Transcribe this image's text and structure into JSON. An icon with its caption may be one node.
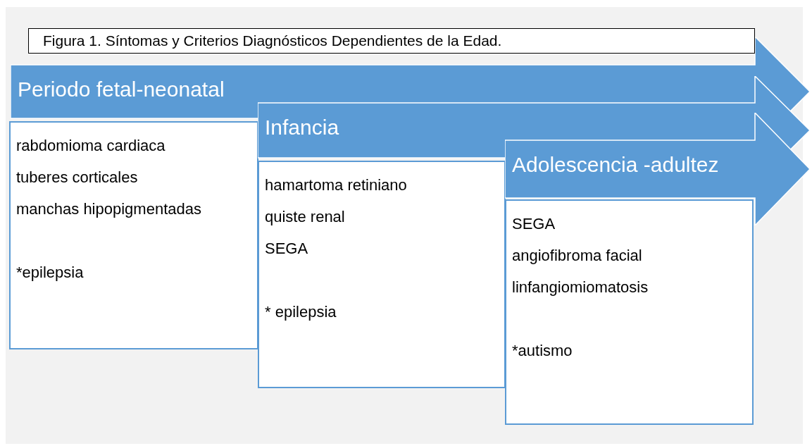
{
  "diagram": {
    "title": "Figura 1. Síntomas y Criterios Diagnósticos Dependientes de la Edad.",
    "nodes": [
      {
        "text": [
          "Periodo fetal-neonatal"
        ]
      },
      {
        "text": [
          "rabdomioma cardiaca",
          "tuberes corticales",
          "manchas hipopigmentadas",
          "*epilepsia"
        ]
      },
      {
        "text": [
          "Infancia"
        ]
      },
      {
        "text": [
          "hamartoma retiniano",
          "quiste renal",
          "SEGA",
          "* epilepsia"
        ]
      },
      {
        "text": [
          "Adolescencia -adultez"
        ]
      },
      {
        "text": [
          "SEGA",
          "angiofibroma facial",
          "linfangiomiomatosis",
          "*autismo"
        ]
      }
    ]
  }
}
